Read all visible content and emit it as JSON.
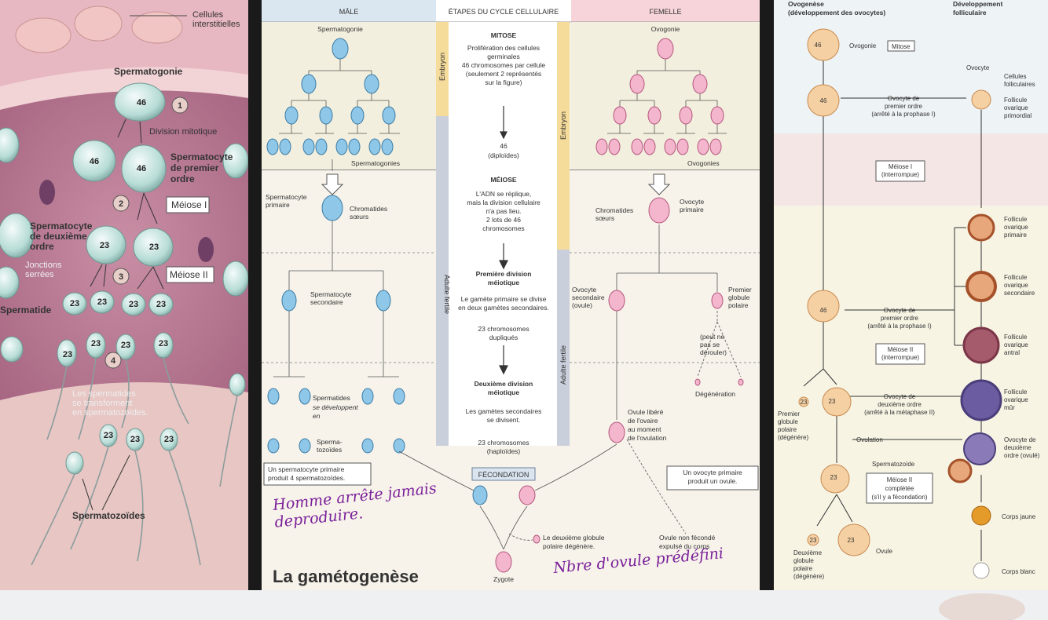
{
  "left_panel": {
    "labels": {
      "cellules_interstitielles": "Cellules\ninterstitielles",
      "spermatogonie": "Spermatogonie",
      "division_mitotique": "Division mitotique",
      "spermatocyte_premier": "Spermatocyte\nde premier\nordre",
      "meiose1": "Méiose I",
      "spermatocyte_deuxieme": "Spermatocyte\nde deuxième\nordre",
      "jonctions": "Jonctions\nserrées",
      "meiose2": "Méiose II",
      "spermatide": "Spermatide",
      "transformation": "Les spermatides\nse transforment\nen spermatozoïdes.",
      "spermatozoides": "Spermatozoïdes"
    },
    "steps": [
      "1",
      "2",
      "3",
      "4"
    ],
    "chromosome_counts": [
      "46",
      "46",
      "46",
      "23",
      "23",
      "23",
      "23",
      "23",
      "23",
      "23",
      "23",
      "23",
      "23",
      "23",
      "23",
      "23"
    ]
  },
  "center_panel": {
    "headers": {
      "male": "MÂLE",
      "etapes": "ÉTAPES DU CYCLE CELLULAIRE",
      "femelle": "FEMELLE"
    },
    "vertical": {
      "embryon_left": "Embryon",
      "embryon_right": "Embryon",
      "adulte_left": "Adulte fertile",
      "adulte_right": "Adulte fertile"
    },
    "male": {
      "spermatogonie": "Spermatogonie",
      "spermatogonies": "Spermatogonies",
      "spermatocyte_primaire": "Spermatocyte\nprimaire",
      "chromatides": "Chromatides\nsœurs",
      "spermatocyte_secondaire": "Spermatocyte\nsecondaire",
      "spermatides": "Spermatides",
      "se_developpent": "se développent\nen",
      "spermatozoides": "Sperma-\ntozoïdes",
      "box": "Un spermatocyte primaire\nproduit 4 spermatozoïdes."
    },
    "stages": {
      "mitose_title": "MITOSE",
      "mitose_text": "Prolifération des cellules\ngerminales\n46 chromosomes par cellule\n(seulement 2 représentés\nsur la figure)",
      "diploides": "46\n(diploïdes)",
      "meiose_title": "MÉIOSE",
      "meiose_text": "L'ADN se réplique,\nmais la division cellulaire\nn'a pas lieu.\n2 lots de 46\nchromosomes",
      "premiere_title": "Première division\nméiotique",
      "premiere_text": "Le gamète primaire se divise\nen deux gamètes secondaires.",
      "dupliques": "23 chromosomes\ndupliqués",
      "deuxieme_title": "Deuxième division\nméiotique",
      "deuxieme_text": "Les gamètes secondaires\nse divisent.",
      "haploides": "23 chromosomes\n(haploïdes)",
      "fecondation": "FÉCONDATION"
    },
    "female": {
      "ovogonie": "Ovogonie",
      "ovogonies": "Ovogonies",
      "ovocyte_primaire": "Ovocyte\nprimaire",
      "chromatides": "Chromatides\nsœurs",
      "ovocyte_secondaire": "Ovocyte\nsecondaire\n(ovule)",
      "premier_globule": "Premier\nglobule\npolaire",
      "peut_ne_pas": "(peut ne\npas se\ndérouler)",
      "degeneration": "Dégénération",
      "ovule_libere": "Ovule libéré\nde l'ovaire\nau moment\nde l'ovulation",
      "box": "Un ovocyte primaire\nproduit un ovule.",
      "ovule_non_feconde": "Ovule non fécondé\nexpulsé du corps"
    },
    "bottom": {
      "deuxieme_globule": "Le deuxième globule\npolaire dégénère.",
      "zygote": "Zygote",
      "title": "La gamétogenèse"
    },
    "handwriting": {
      "note1": "Homme arrête jamais\ndeproduire.",
      "note2": "Nbre d'ovule prédéfini"
    }
  },
  "right_panel": {
    "headers": {
      "ovogenese": "Ovogenèse\n(développement des ovocytes)",
      "developpement": "Développement\nfolliculaire"
    },
    "items": {
      "ovogonie": "Ovogonie",
      "mitose": "Mitose",
      "ovocyte": "Ovocyte",
      "cellules_folliculaires": "Cellules\nfolliculaires",
      "follicule_primordial": "Follicule\novarique\nprimordial",
      "ovocyte_premier": "Ovocyte de\npremier ordre\n(arrêté à la prophase I)",
      "meiose1": "Méiose I\n(interrompue)",
      "follicule_primaire": "Follicule\novarique\nprimaire",
      "follicule_secondaire": "Follicule\novarique\nsecondaire",
      "ovocyte_premier2": "Ovocyte de\npremier ordre\n(arrêté à la prophase I)",
      "meiose2": "Méiose II\n(interrompue)",
      "follicule_antral": "Follicule\novarique\nantral",
      "premier_globule": "Premier\nglobule\npolaire\n(dégénère)",
      "ovocyte_deuxieme": "Ovocyte de\ndeuxième ordre\n(arrêté à la métaphase II)",
      "follicule_mur": "Follicule\novarique\nmûr",
      "ovulation": "Ovulation",
      "ovocyte_deuxieme_ovule": "Ovocyte de\ndeuxième\nordre (ovulé)",
      "spermatozoide": "Spermatozoïde",
      "meiose2_completee": "Méiose II\ncomplétée\n(s'il y a fécondation)",
      "corps_jaune": "Corps jaune",
      "deuxieme_globule": "Deuxième\nglobule\npolaire\n(dégénère)",
      "ovule": "Ovule",
      "corps_blanc": "Corps blanc"
    },
    "counts": [
      "46",
      "46",
      "46",
      "23",
      "23",
      "23",
      "23",
      "23"
    ]
  }
}
